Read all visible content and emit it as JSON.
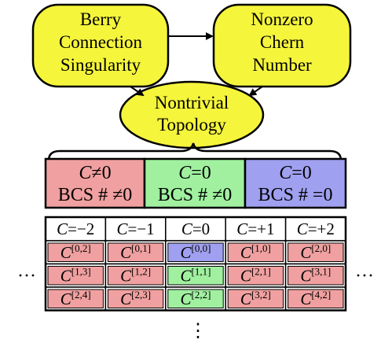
{
  "nodes": {
    "berry": {
      "lines": [
        "Berry",
        "Connection",
        "Singularity"
      ]
    },
    "chern": {
      "lines": [
        "Nonzero",
        "Chern",
        "Number"
      ]
    },
    "topology": {
      "lines": [
        "Nontrivial",
        "Topology"
      ]
    }
  },
  "categories": [
    {
      "c_symbol": "C",
      "c_rel": "≠0",
      "bcs": "BCS # ≠0",
      "color": "#f0a0a0"
    },
    {
      "c_symbol": "C",
      "c_rel": "=0",
      "bcs": "BCS # ≠0",
      "color": "#a0f0a0"
    },
    {
      "c_symbol": "C",
      "c_rel": "=0",
      "bcs": "BCS # =0",
      "color": "#a0a0f0"
    }
  ],
  "table": {
    "headers": [
      {
        "c": "C",
        "rel": "=−2"
      },
      {
        "c": "C",
        "rel": "=−1"
      },
      {
        "c": "C",
        "rel": "=0"
      },
      {
        "c": "C",
        "rel": "=+1"
      },
      {
        "c": "C",
        "rel": "=+2"
      }
    ],
    "rows": [
      [
        {
          "c": "C",
          "sup": "[0,2]",
          "color": "#f0a0a0"
        },
        {
          "c": "C",
          "sup": "[0,1]",
          "color": "#f0a0a0"
        },
        {
          "c": "C",
          "sup": "[0,0]",
          "color": "#a0a0f0"
        },
        {
          "c": "C",
          "sup": "[1,0]",
          "color": "#f0a0a0"
        },
        {
          "c": "C",
          "sup": "[2,0]",
          "color": "#f0a0a0"
        }
      ],
      [
        {
          "c": "C",
          "sup": "[1,3]",
          "color": "#f0a0a0"
        },
        {
          "c": "C",
          "sup": "[1,2]",
          "color": "#f0a0a0"
        },
        {
          "c": "C",
          "sup": "[1,1]",
          "color": "#a0f0a0"
        },
        {
          "c": "C",
          "sup": "[2,1]",
          "color": "#f0a0a0"
        },
        {
          "c": "C",
          "sup": "[3,1]",
          "color": "#f0a0a0"
        }
      ],
      [
        {
          "c": "C",
          "sup": "[2,4]",
          "color": "#f0a0a0"
        },
        {
          "c": "C",
          "sup": "[2,3]",
          "color": "#f0a0a0"
        },
        {
          "c": "C",
          "sup": "[2,2]",
          "color": "#a0f0a0"
        },
        {
          "c": "C",
          "sup": "[3,2]",
          "color": "#f0a0a0"
        },
        {
          "c": "C",
          "sup": "[4,2]",
          "color": "#f0a0a0"
        }
      ]
    ]
  },
  "ellipsis": {
    "horizontal": "···",
    "vertical": "⋮"
  },
  "colors": {
    "node_fill": "#f5f53c",
    "red_cell": "#f0a0a0",
    "green_cell": "#a0f0a0",
    "blue_cell": "#a0a0f0"
  }
}
